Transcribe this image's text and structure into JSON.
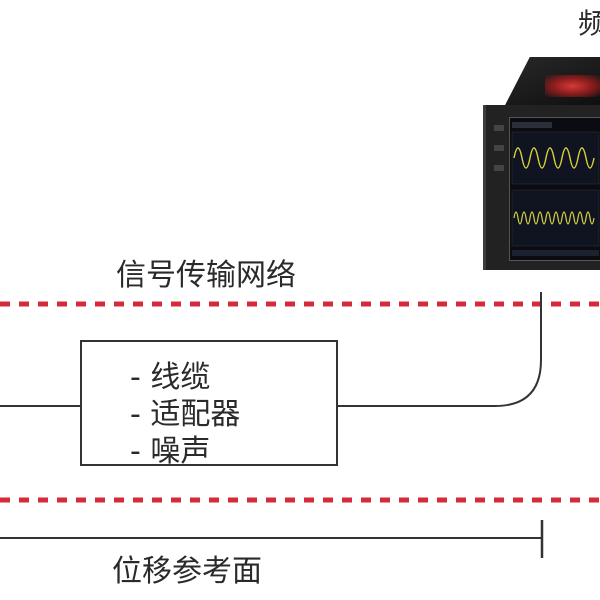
{
  "labels": {
    "top_right_partial": "频",
    "signal_network": "信号传输网络",
    "reference_plane": "位移参考面"
  },
  "box": {
    "items": [
      "- 线缆",
      "- 适配器",
      "- 噪声"
    ]
  },
  "colors": {
    "dashed_line": "#d42a3a",
    "stroke": "#333333",
    "text": "#2a2a2a",
    "waveform": "#d8d040"
  },
  "icons": {
    "instrument": "oscilloscope-instrument-icon"
  }
}
